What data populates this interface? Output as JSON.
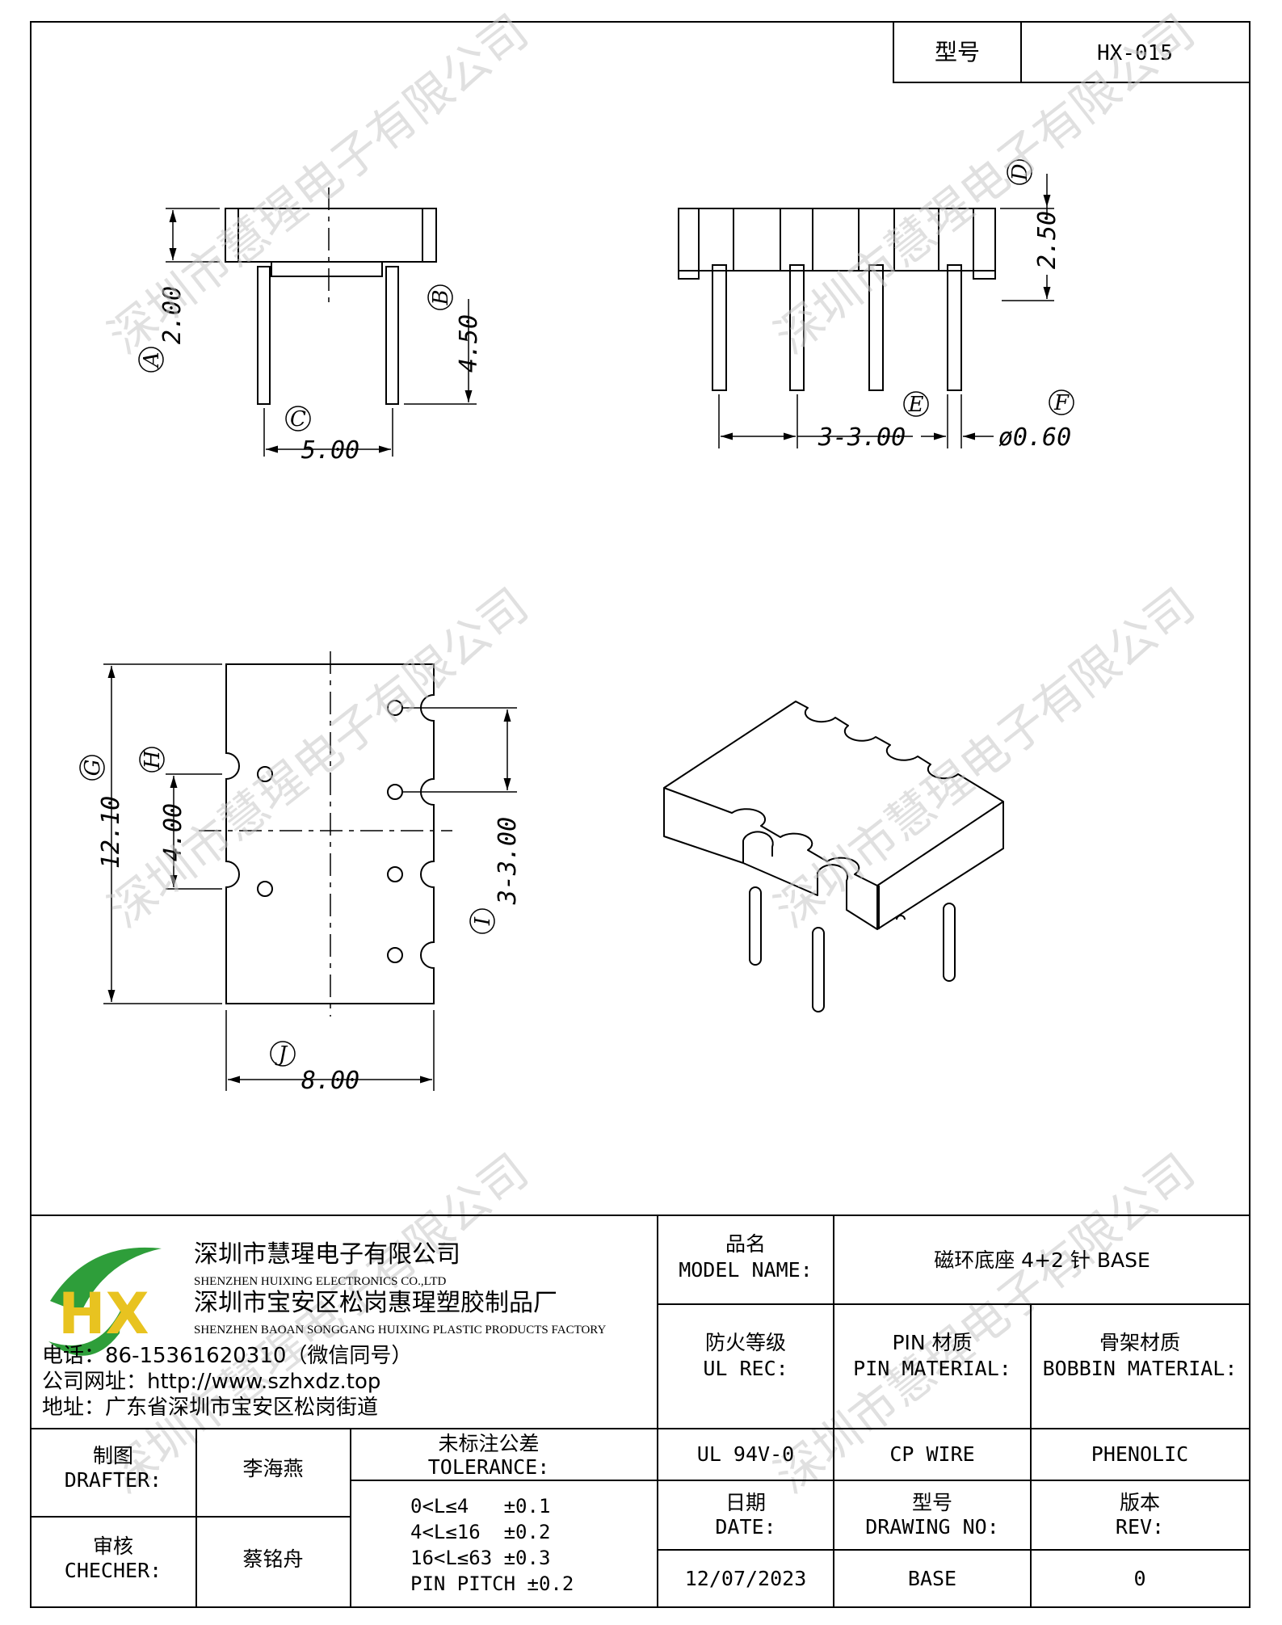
{
  "header": {
    "model_label": "型号",
    "model_value": "HX-015"
  },
  "dimensions": {
    "A": "2.00",
    "B": "4.50",
    "C": "5.00",
    "D": "2.50",
    "E": "3-3.00",
    "F": "ø0.60",
    "G": "12.10",
    "H": "4.00",
    "I": "3-3.00",
    "J": "8.00"
  },
  "callouts": {
    "A": "A",
    "B": "B",
    "C": "C",
    "D": "D",
    "E": "E",
    "F": "F",
    "G": "G",
    "H": "H",
    "I": "I",
    "J": "J"
  },
  "watermark": "深圳市慧瑆电子有限公司",
  "company": {
    "name_cn": "深圳市慧瑆电子有限公司",
    "name_en": "SHENZHEN HUIXING ELECTRONICS CO.,LTD",
    "factory_cn": "深圳市宝安区松岗惠瑆塑胶制品厂",
    "factory_en": "SHENZHEN BAOAN SONGGANG HUIXING PLASTIC PRODUCTS FACTORY",
    "phone": "电话：86-15361620310（微信同号）",
    "website": "公司网址：http://www.szhxdz.top",
    "address": "地址：广东省深圳市宝安区松岗街道",
    "logo_letters": "HX"
  },
  "title_block": {
    "model_name_cn": "品名",
    "model_name_en": "MODEL NAME:",
    "model_name_value": "磁环底座 4+2 针 BASE",
    "ul_cn": "防火等级",
    "ul_en": "UL REC:",
    "pin_cn": "PIN 材质",
    "pin_en": "PIN MATERIAL:",
    "bobbin_cn": "骨架材质",
    "bobbin_en": "BOBBIN MATERIAL:",
    "ul_value": "UL 94V-0",
    "pin_value": "CP WIRE",
    "bobbin_value": "PHENOLIC",
    "date_cn": "日期",
    "date_en": "DATE:",
    "drawing_cn": "型号",
    "drawing_en": "DRAWING NO:",
    "rev_cn": "版本",
    "rev_en": "REV:",
    "date_value": "12/07/2023",
    "drawing_value": "BASE",
    "rev_value": "0",
    "drafter_cn": "制图",
    "drafter_en": "DRAFTER:",
    "drafter_value": "李海燕",
    "checker_cn": "审核",
    "checker_en": "CHECHER:",
    "checker_value": "蔡铭舟",
    "tolerance_cn": "未标注公差",
    "tolerance_en": "TOLERANCE:",
    "tolerance_lines": [
      "0<L≤4   ±0.1",
      "4<L≤16  ±0.2",
      "16<L≤63 ±0.3",
      "PIN PITCH ±0.2"
    ]
  }
}
